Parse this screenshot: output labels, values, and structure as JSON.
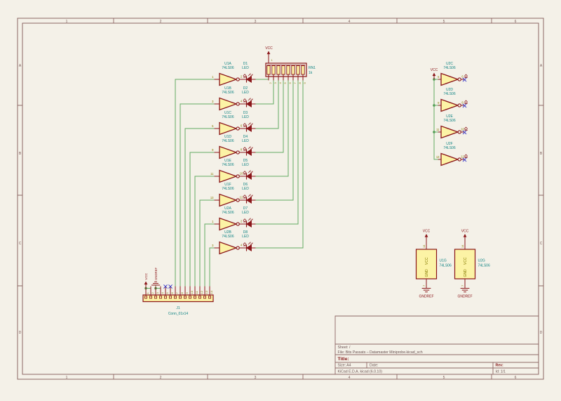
{
  "app": "kicad-schematic-sheet",
  "colors": {
    "background": "#f4f1e8",
    "frame": "#8d6663",
    "frame_text": "#7b5a57",
    "symbol_outline": "#8a1518",
    "symbol_fill": "#fcf3a5",
    "wire": "#62aa62",
    "junction": "#4e9a50",
    "pin_number": "#857a00",
    "reference_text": "#108484",
    "no_connect": "#3a3ac8",
    "title_text": "#6b5352",
    "title_accent": "#831717"
  },
  "sheet_frame": {
    "column_labels": [
      "1",
      "2",
      "3",
      "4",
      "5",
      "6"
    ],
    "row_labels": [
      "A",
      "B",
      "C",
      "D"
    ]
  },
  "title_block": {
    "sheet": "Sheet: /",
    "file": "File: Bits Passats – Datamaster Miniprobe.kicad_sch",
    "title_label": "Title:",
    "size_label": "Size: A4",
    "date_label": "Date:",
    "rev_label": "Rev:",
    "company": "KiCad E.D.A.  kicad (6.0.10)",
    "id_label": "Id: 1/1"
  },
  "driver_gates": [
    {
      "ref": "U1A",
      "value": "74LS06",
      "input_pin": "1",
      "output_pin": "2",
      "led_ref": "D1",
      "led_value": "LED"
    },
    {
      "ref": "U1B",
      "value": "74LS06",
      "input_pin": "3",
      "output_pin": "4",
      "led_ref": "D2",
      "led_value": "LED"
    },
    {
      "ref": "U1C",
      "value": "74LS06",
      "input_pin": "5",
      "output_pin": "6",
      "led_ref": "D3",
      "led_value": "LED"
    },
    {
      "ref": "U1D",
      "value": "74LS06",
      "input_pin": "9",
      "output_pin": "8",
      "led_ref": "D4",
      "led_value": "LED"
    },
    {
      "ref": "U1E",
      "value": "74LS06",
      "input_pin": "11",
      "output_pin": "10",
      "led_ref": "D5",
      "led_value": "LED"
    },
    {
      "ref": "U1F",
      "value": "74LS06",
      "input_pin": "13",
      "output_pin": "12",
      "led_ref": "D6",
      "led_value": "LED"
    },
    {
      "ref": "U2A",
      "value": "74LS06",
      "input_pin": "1",
      "output_pin": "2",
      "led_ref": "D7",
      "led_value": "LED"
    },
    {
      "ref": "U2B",
      "value": "74LS06",
      "input_pin": "3",
      "output_pin": "4",
      "led_ref": "D8",
      "led_value": "LED"
    }
  ],
  "nc_section": {
    "power_label": "VCC",
    "gates": [
      {
        "ref": "U2C",
        "value": "74LS06",
        "input_pin": "5",
        "output_pin": "6"
      },
      {
        "ref": "U2D",
        "value": "74LS06",
        "input_pin": "9",
        "output_pin": "8"
      },
      {
        "ref": "U2E",
        "value": "74LS06",
        "input_pin": "11",
        "output_pin": "10"
      },
      {
        "ref": "U2F",
        "value": "74LS06",
        "input_pin": "13",
        "output_pin": "12"
      }
    ]
  },
  "resistor_network": {
    "ref": "RN1",
    "value": "1k",
    "power_label": "VCC",
    "common_pin": "1",
    "element_pins": [
      "2",
      "3",
      "4",
      "5",
      "6",
      "7",
      "8",
      "9"
    ]
  },
  "power_units": [
    {
      "ref": "U1G",
      "value": "74LS06",
      "top_pin": "14",
      "bottom_pin": "7",
      "top_port": "VCC",
      "bottom_port": "GND",
      "top_label": "VCC",
      "bottom_label": "GNDREF"
    },
    {
      "ref": "U2G",
      "value": "74LS06",
      "top_pin": "14",
      "bottom_pin": "7",
      "top_port": "VCC",
      "bottom_port": "GND",
      "top_label": "VCC",
      "bottom_label": "GNDREF"
    }
  ],
  "connector": {
    "ref": "J1",
    "value": "Conn_01x14",
    "vcc_label": "VCC",
    "gnd_label": "GNDREF",
    "pin_numbers": [
      "1",
      "2",
      "3",
      "4",
      "5",
      "6",
      "7",
      "8",
      "9",
      "10",
      "11",
      "12",
      "13",
      "14"
    ]
  }
}
